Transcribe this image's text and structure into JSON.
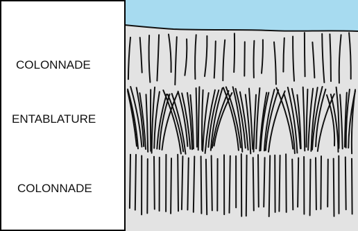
{
  "diagram": {
    "labels": {
      "upper_colonnade": "COLONNADE",
      "entablature": "ENTABLATURE",
      "lower_colonnade": "COLONNADE"
    },
    "colors": {
      "sky": "#a7dbf0",
      "rock": "#e3e3e3",
      "border": "#000000",
      "joint": "#111111"
    }
  }
}
